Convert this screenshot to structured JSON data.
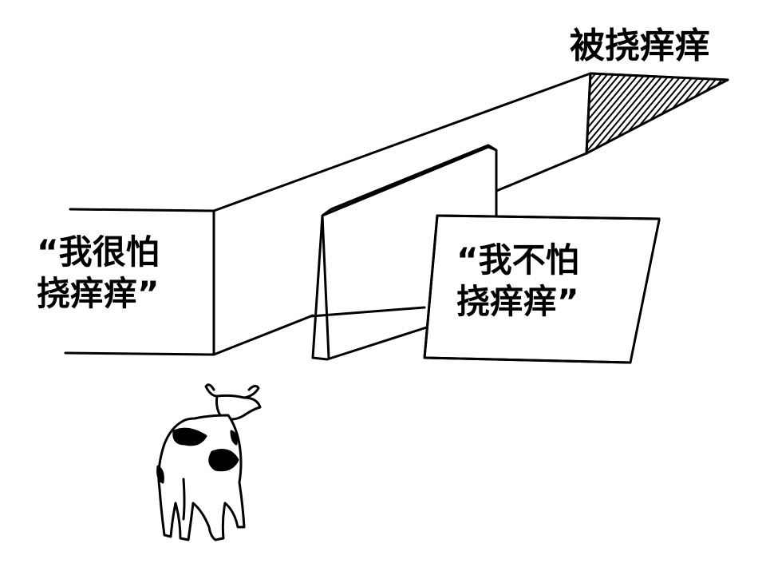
{
  "labels": {
    "top": "被挠痒痒",
    "left_line1": "“我很怕",
    "left_line2": "挠痒痒”",
    "right_line1": "“我不怕",
    "right_line2": "挠痒痒”"
  },
  "colors": {
    "background": "#ffffff",
    "ink": "#000000"
  }
}
